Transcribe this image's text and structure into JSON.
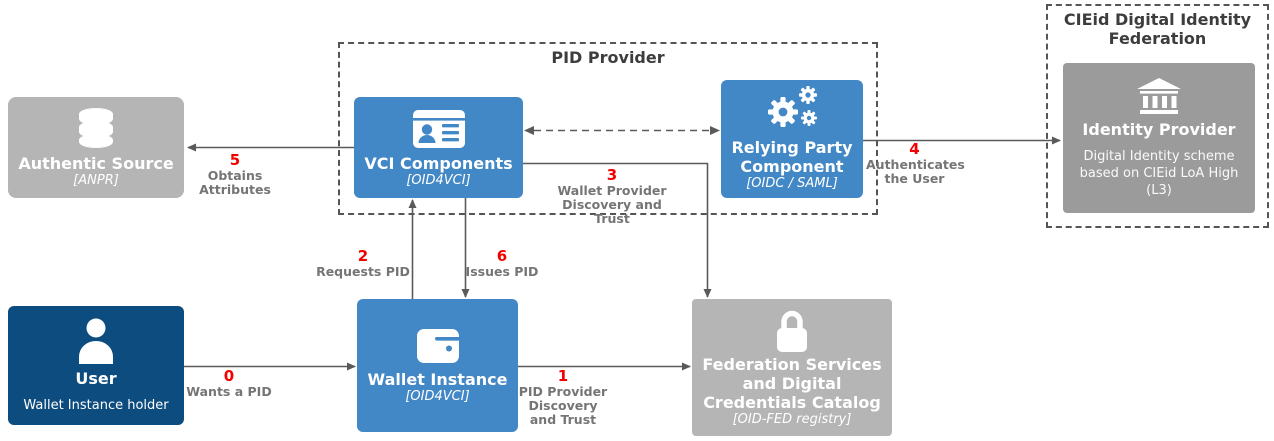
{
  "groups": {
    "pid_provider": {
      "title": "PID Provider"
    },
    "cieid_federation": {
      "title_lines": [
        "CIEid Digital Identity",
        "Federation"
      ]
    }
  },
  "nodes": {
    "authentic_source": {
      "title": "Authentic Source",
      "subtitle": "[ANPR]",
      "icon": "database-icon"
    },
    "vci_components": {
      "title": "VCI Components",
      "subtitle": "[OID4VCI]",
      "icon": "id-card-icon"
    },
    "relying_party": {
      "title_lines": [
        "Relying Party",
        "Component"
      ],
      "subtitle": "[OIDC / SAML]",
      "icon": "gears-icon"
    },
    "identity_provider": {
      "title": "Identity Provider",
      "description_lines": [
        "Digital Identity scheme",
        "based on CIEid LoA High",
        "(L3)"
      ],
      "icon": "bank-icon"
    },
    "user": {
      "title": "User",
      "subtitle": "Wallet Instance holder",
      "icon": "person-icon"
    },
    "wallet_instance": {
      "title": "Wallet Instance",
      "subtitle": "[OID4VCI]",
      "icon": "wallet-icon"
    },
    "federation_services": {
      "title_lines": [
        "Federation Services",
        "and Digital",
        "Credentials Catalog"
      ],
      "subtitle": "[OID-FED registry]",
      "icon": "lock-icon"
    }
  },
  "edges": {
    "e0": {
      "number": "0",
      "label": "Wants a PID"
    },
    "e1": {
      "number": "1",
      "label_lines": [
        "PID Provider",
        "Discovery",
        "and Trust"
      ]
    },
    "e2": {
      "number": "2",
      "label": "Requests PID"
    },
    "e3": {
      "number": "3",
      "label_lines": [
        "Wallet Provider",
        "Discovery and Trust"
      ]
    },
    "e4": {
      "number": "4",
      "label_lines": [
        "Authenticates",
        "the User"
      ]
    },
    "e5": {
      "number": "5",
      "label_lines": [
        "Obtains",
        "Attributes"
      ]
    },
    "e6": {
      "number": "6",
      "label": "Issues PID"
    }
  },
  "colors": {
    "accent_blue": "#4287c6",
    "navy": "#0d4c7f",
    "gray_box": "#b5b5b5",
    "gray_box_dark": "#9b9b9b",
    "number_red": "#f30000",
    "label_gray": "#757575",
    "line_gray": "#5a5a5a"
  }
}
